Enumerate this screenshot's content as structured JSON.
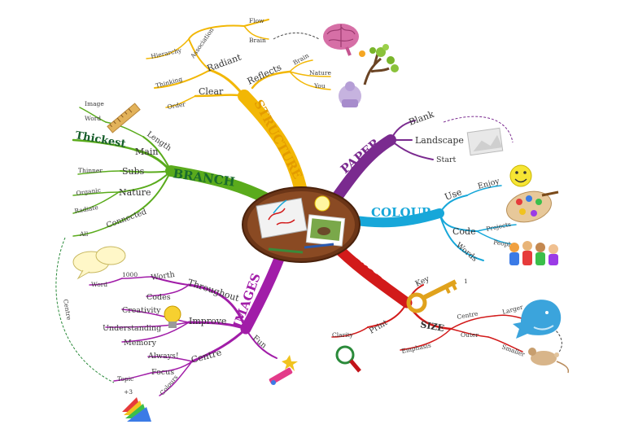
{
  "colors": {
    "structure": "#f2b705",
    "paper": "#7a2a8f",
    "colour": "#17a7d9",
    "words": "#d21a1a",
    "images": "#a11da8",
    "branch": "#5aab1c",
    "centre_frame": "#6b3517"
  },
  "icons": [
    "brain-icon",
    "tree-icon",
    "person-icon",
    "landscape-picture-icon",
    "smiley-icon",
    "palette-icon",
    "people-icon",
    "key-icon",
    "whale-icon",
    "mouse-icon",
    "magnifier-icon",
    "lightbulb-icon",
    "speech-bubbles-icon",
    "ruler-icon",
    "firework-icon",
    "colour-swatch-icon",
    "central-image"
  ],
  "structure": {
    "title": "STRUCTURE",
    "radiant": "Radiant",
    "association": "Association",
    "flow": "Flow",
    "brain_small": "Brain",
    "hierarchy": "Hierarchy",
    "thinking": "Thinking",
    "clear": "Clear",
    "order": "Order",
    "reflects": "Reflects",
    "brain": "Brain",
    "nature": "Nature",
    "you": "You"
  },
  "paper": {
    "title": "PAPER",
    "blank": "Blank",
    "landscape": "Landscape",
    "start": "Start"
  },
  "colour": {
    "title": "COLOUR",
    "use": "Use",
    "enjoy": "Enjoy",
    "code": "Code",
    "projects": "Projects",
    "people": "People",
    "words": "Words"
  },
  "words": {
    "title": "WORDS",
    "key": "Key",
    "one": "1",
    "size": "SIZE",
    "centre": "Centre",
    "larger": "Larger",
    "outer": "Outer",
    "smaller": "Smaller",
    "print": "Print",
    "clarity": "Clarity",
    "emphasis": "Emphasis"
  },
  "images": {
    "title": "IMAGES",
    "throughout": "Throughout",
    "worth": "Worth",
    "thousand": "1000",
    "word": "Word",
    "improve": "Improve",
    "codes": "Codes",
    "creativity": "Creativity",
    "understanding": "Understanding",
    "memory": "Memory",
    "centre": "Centre",
    "always": "Always!",
    "focus": "Focus",
    "topic": "Topic",
    "colours": "Colours",
    "plus3": "+3",
    "fun": "Fun",
    "centre_link": "Centre"
  },
  "branch": {
    "title": "BRANCH",
    "length": "Length",
    "image": "Image",
    "word": "Word",
    "main": "Main",
    "thickest": "Thickest",
    "subs": "Subs",
    "thinner": "Thinner",
    "nature": "Nature",
    "organic": "Organic",
    "radiate": "Radiate",
    "connected": "Connected",
    "all": "All"
  }
}
